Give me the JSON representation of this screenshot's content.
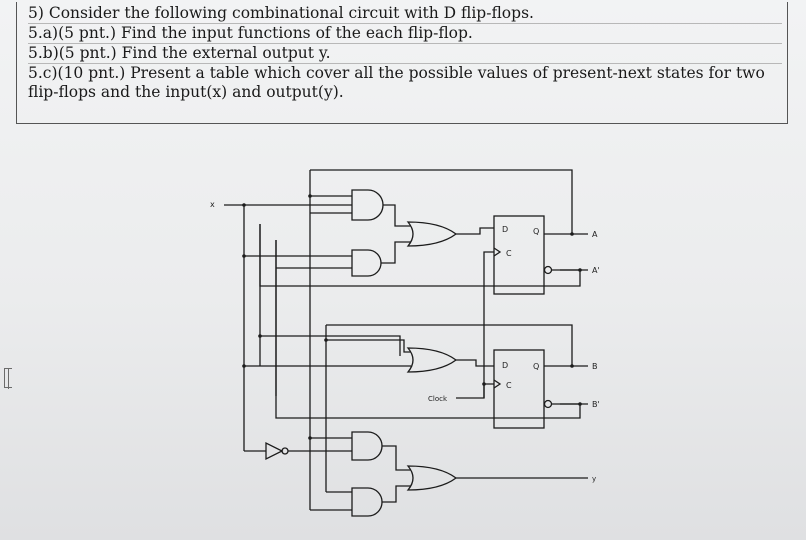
{
  "question": {
    "lines": [
      "5) Consider the following combinational circuit with D flip-flops.",
      "5.a)(5 pnt.) Find the input functions of the each flip-flop.",
      "5.b)(5 pnt.) Find the external output y.",
      "5.c)(10 pnt.) Present a table which cover all the possible values of present-next states for two",
      "flip-flops and the input(x) and output(y)."
    ]
  },
  "circuit": {
    "input_label": "x",
    "clock_label": "Clock",
    "flipflop_a": {
      "d": "D",
      "q": "Q",
      "c": "C",
      "out": "A",
      "out_bar": "A'"
    },
    "flipflop_b": {
      "d": "D",
      "q": "Q",
      "c": "C",
      "out": "B",
      "out_bar": "B'"
    },
    "output_label": "y"
  },
  "colors": {
    "line": "#1c1c1c",
    "text": "#1a1a1a"
  }
}
